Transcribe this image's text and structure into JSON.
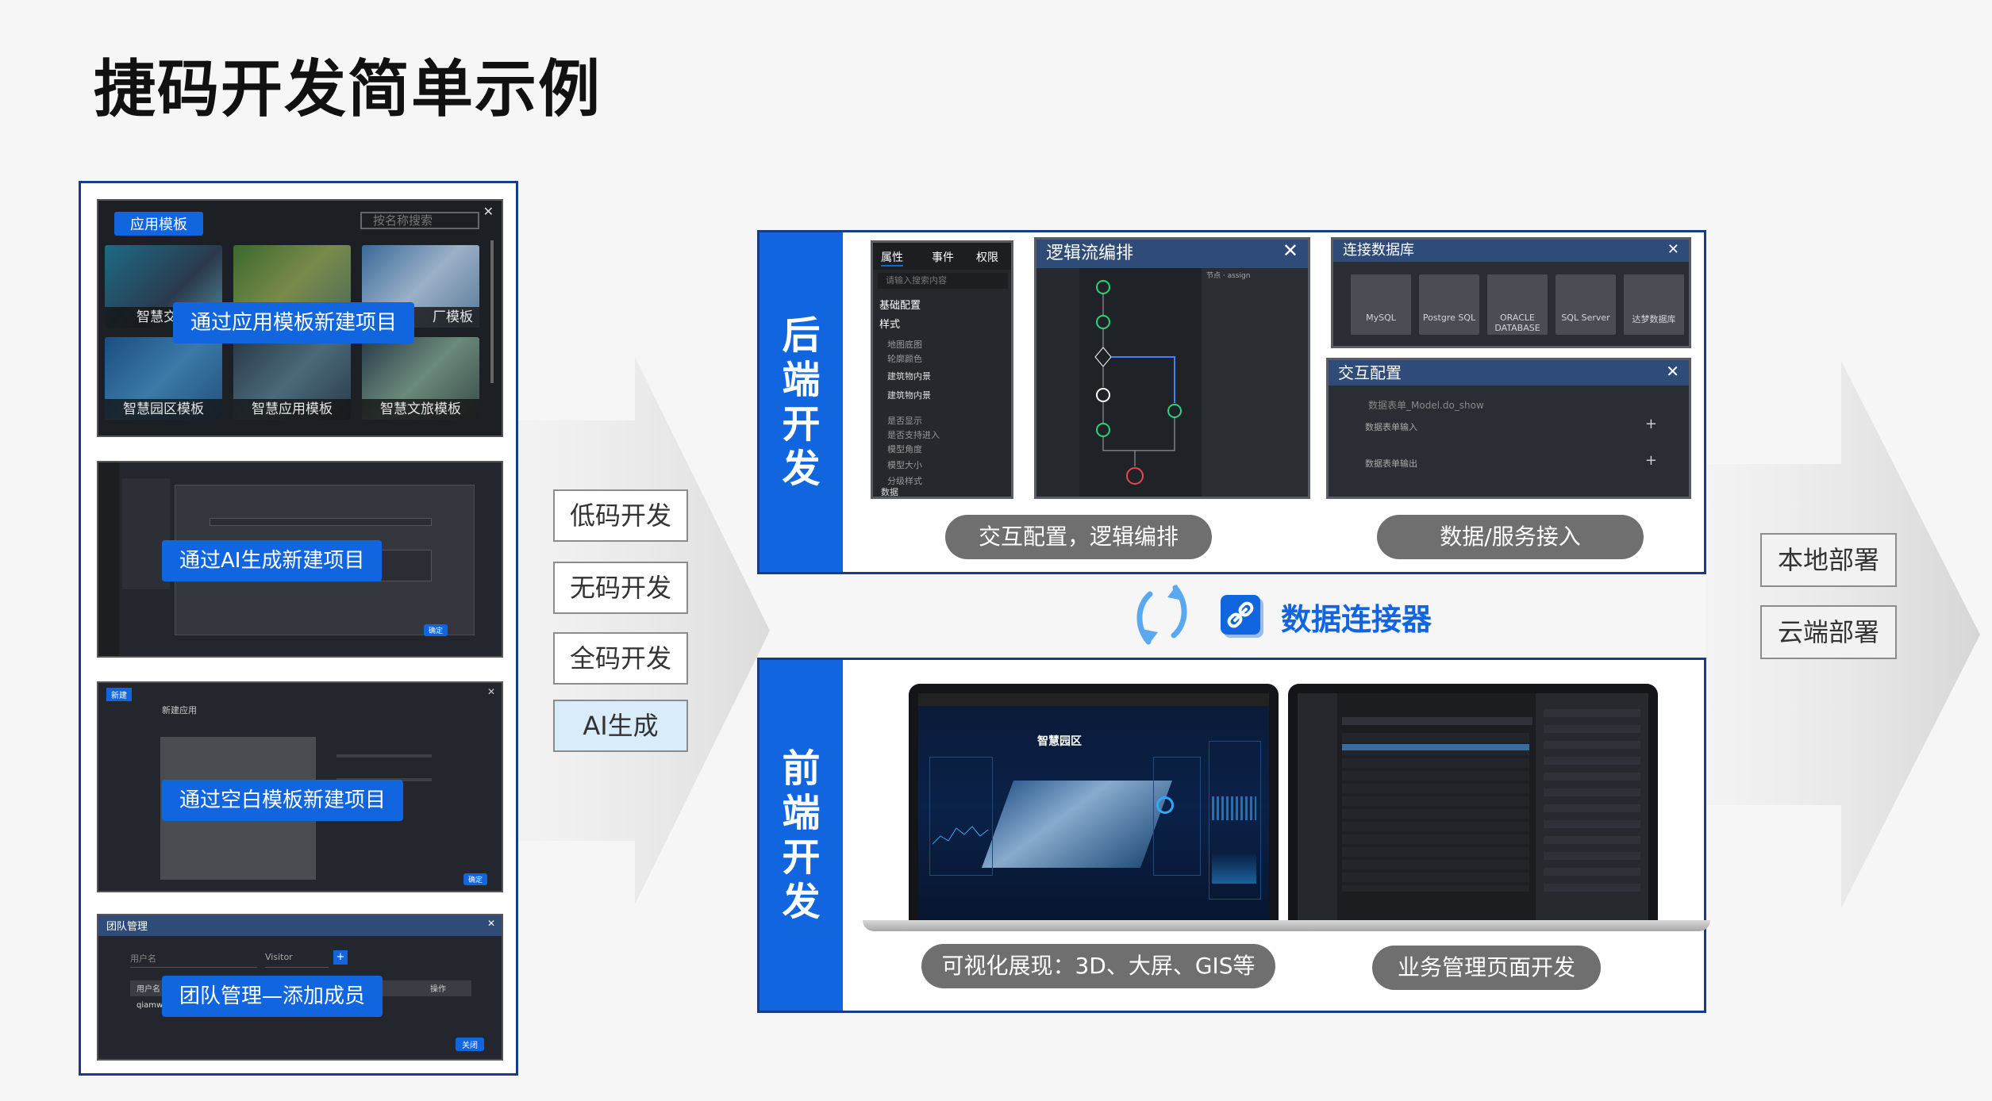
{
  "page": {
    "title": "捷码开发简单示例"
  },
  "left": {
    "shot1": {
      "tab": "应用模板",
      "search_placeholder": "按名称搜索",
      "overlay": "通过应用模板新建项目",
      "templates": [
        "智慧交通",
        "",
        "厂模板",
        "智慧园区模板",
        "智慧应用模板",
        "智慧文旅模板"
      ]
    },
    "shot2": {
      "overlay": "通过AI生成新建项目"
    },
    "shot3": {
      "header_badge": "新建",
      "title": "新建应用",
      "overlay": "通过空白模板新建项目"
    },
    "shot4": {
      "title": "团队管理",
      "username_placeholder": "用户名",
      "role_select": "Visitor",
      "col_user": "用户名",
      "col_op": "操作",
      "row_user": "qiamw",
      "close_button": "关闭",
      "overlay": "团队管理—添加成员"
    }
  },
  "middle_options": [
    "低码开发",
    "无码开发",
    "全码开发",
    "AI生成"
  ],
  "backend": {
    "label": [
      "后",
      "端",
      "开",
      "发"
    ],
    "props_panel": {
      "tabs": [
        "属性",
        "事件",
        "权限"
      ],
      "search_placeholder": "请输入搜索内容",
      "section_basic": "基础配置",
      "section_style": "样式",
      "items": [
        "地图底图",
        "轮廓颜色",
        "建筑物内景",
        "建筑物内景",
        "是否显示",
        "是否支持进入",
        "模型角度",
        "模型大小",
        "分级样式"
      ],
      "footer": "数据"
    },
    "logic_window": {
      "title": "逻辑流编排",
      "node_label": "节点 · assign"
    },
    "db_window": {
      "title": "连接数据库",
      "dbs": [
        "MySQL",
        "Postgre SQL",
        "ORACLE DATABASE",
        "SQL Server",
        "达梦数据库"
      ]
    },
    "interact_window": {
      "title": "交互配置",
      "rows": [
        "数据表单_Model.do_show",
        "数据表单输入",
        "数据表单输出"
      ]
    },
    "pill_left": "交互配置，逻辑编排",
    "pill_right": "数据/服务接入"
  },
  "connector": {
    "label": "数据连接器"
  },
  "frontend": {
    "label": [
      "前",
      "端",
      "开",
      "发"
    ],
    "screen_title": "智慧园区",
    "pill_left": "可视化展现：3D、大屏、GIS等",
    "pill_right": "业务管理页面开发"
  },
  "deploy_options": [
    "本地部署",
    "云端部署"
  ]
}
